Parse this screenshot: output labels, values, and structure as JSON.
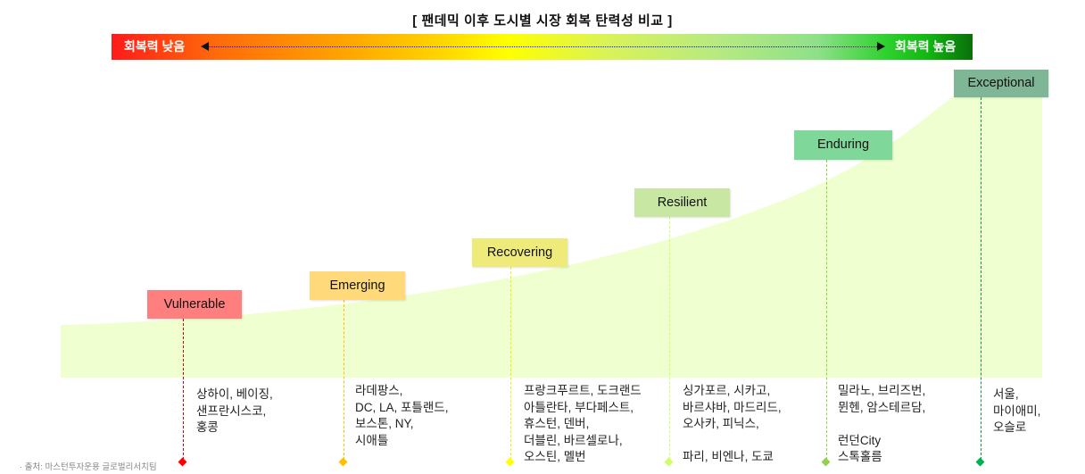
{
  "title": "[ 팬데믹 이후 도시별 시장 회복 탄력성 비교 ]",
  "scale_bar": {
    "low_label": "회복력 낮음",
    "high_label": "회복력 높음",
    "gradient": [
      "#ff1a1a",
      "#ffa800",
      "#ffff00",
      "#b8ea80",
      "#2ed12e",
      "#0a6e0a"
    ]
  },
  "stages": [
    {
      "label": "Vulnerable",
      "color": "#ff7f7f",
      "line_color": "#e00000",
      "marker_color": "#ff0000",
      "cities": [
        "상하이, 베이징,",
        "샌프란시스코,",
        "홍콩"
      ]
    },
    {
      "label": "Emerging",
      "color": "#ffd97a",
      "line_color": "#ffc000",
      "marker_color": "#ffc000",
      "cities": [
        "라데팡스,",
        "DC, LA, 포틀랜드,",
        "보스톤, NY,",
        "시애틀"
      ]
    },
    {
      "label": "Recovering",
      "color": "#eeeb7a",
      "line_color": "#f0f000",
      "marker_color": "#ffff00",
      "cities": [
        "프랑크푸르트, 도크랜드",
        "아틀란타, 부다페스트,",
        "휴스턴, 덴버,",
        "더블린, 바르셀로나,",
        "오스틴, 멜번"
      ]
    },
    {
      "label": "Resilient",
      "color": "#c7e7a2",
      "line_color": "#ccff66",
      "marker_color": "#ccff66",
      "cities": [
        "싱가포르, 시카고,",
        "바르샤바, 마드리드,",
        "오사카, 피닉스,",
        "",
        "파리, 비엔나, 도쿄"
      ]
    },
    {
      "label": "Enduring",
      "color": "#7fd79a",
      "line_color": "#92d050",
      "marker_color": "#92d050",
      "cities": [
        "밀라노, 브리즈번,",
        "뮌헨, 암스테르담,",
        "",
        "런던City",
        "스톡홀름"
      ]
    },
    {
      "label": "Exceptional",
      "color": "#7fb695",
      "line_color": "#00a040",
      "marker_color": "#00b050",
      "cities": [
        "서울,",
        "마이애미,",
        "오슬로"
      ]
    }
  ],
  "curve_fill_color": "#efffd0",
  "source": "· 출처: 마스턴투자운용 글로벌리서치팀"
}
